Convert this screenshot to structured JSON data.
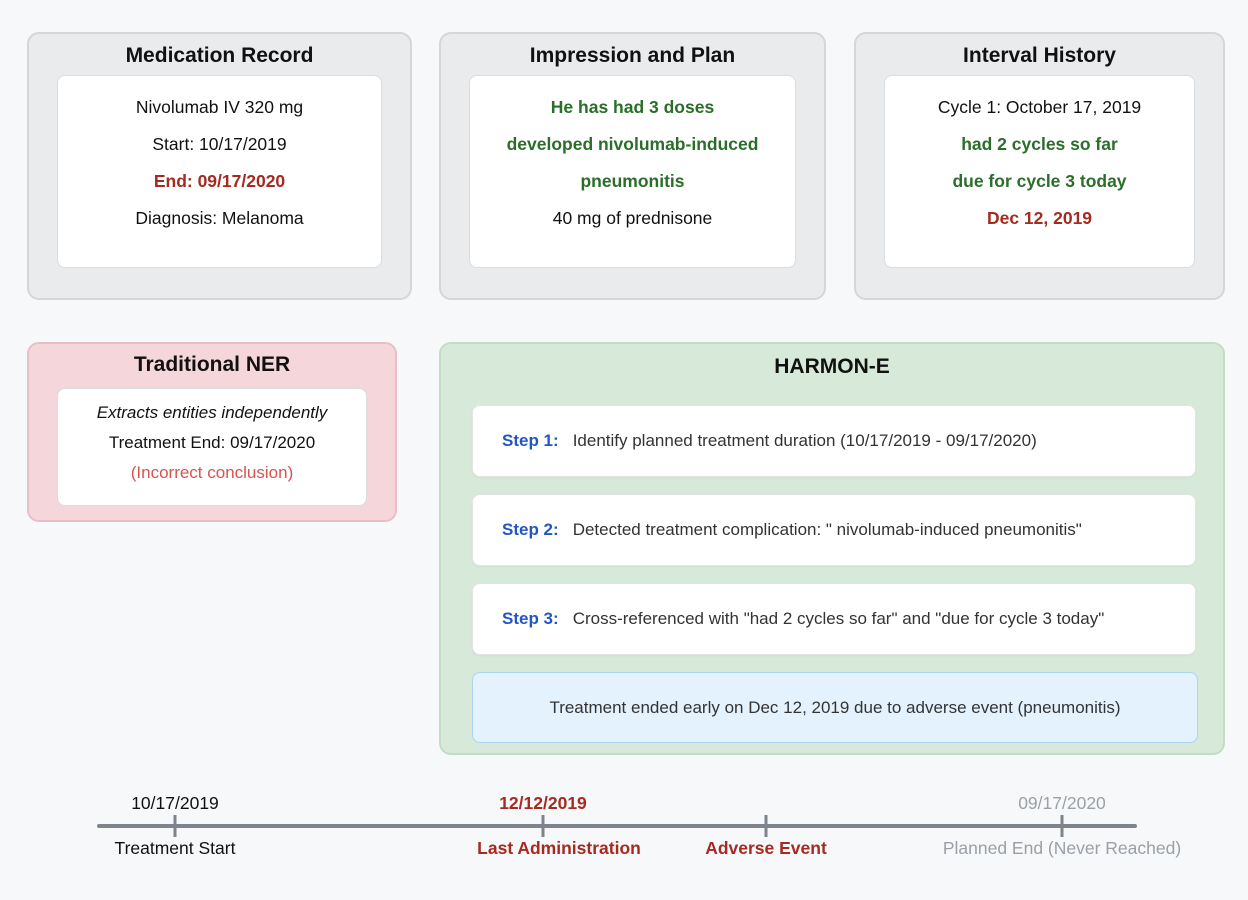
{
  "cards": {
    "medication_record": {
      "title": "Medication Record",
      "lines": [
        "Nivolumab IV 320 mg",
        "Start: 10/17/2019",
        "End: 09/17/2020",
        "Diagnosis: Melanoma"
      ]
    },
    "impression_plan": {
      "title": "Impression and Plan",
      "lines": [
        "He has had 3 doses",
        "developed nivolumab-induced pneumonitis",
        "40 mg of prednisone"
      ]
    },
    "interval_history": {
      "title": "Interval History",
      "lines": [
        "Cycle 1: October 17, 2019",
        "had 2 cycles so far",
        "due for cycle 3 today",
        "Dec 12, 2019"
      ]
    }
  },
  "traditional_ner": {
    "title": "Traditional NER",
    "lines": [
      "Extracts entities independently",
      "Treatment End: 09/17/2020",
      "(Incorrect conclusion)"
    ]
  },
  "harmon_e": {
    "title": "HARMON-E",
    "steps": [
      {
        "label": "Step 1:",
        "text": "Identify planned treatment duration (10/17/2019 - 09/17/2020)"
      },
      {
        "label": "Step 2:",
        "text": "Detected treatment complication: \" nivolumab-induced pneumonitis\""
      },
      {
        "label": "Step 3:",
        "text": "Cross-referenced with \"had 2 cycles so far\" and \"due for cycle 3 today\""
      }
    ],
    "conclusion": "Treatment ended early on Dec 12, 2019 due to adverse event (pneumonitis)"
  },
  "timeline": {
    "events": [
      {
        "date": "10/17/2019",
        "label": "Treatment Start"
      },
      {
        "date": "12/12/2019",
        "label": "Last Administration"
      },
      {
        "date": "",
        "label": "Adverse Event"
      },
      {
        "date": "09/17/2020",
        "label": "Planned End (Never Reached)"
      }
    ]
  },
  "colors": {
    "highlight_green": "#2a6e2a",
    "date_red_dark": "#a52a21",
    "error_red": "#d9534f",
    "step_blue": "#2356c5",
    "muted_gray": "#9aa0a6",
    "conclusion_blue_bg": "#e3f2fd"
  }
}
